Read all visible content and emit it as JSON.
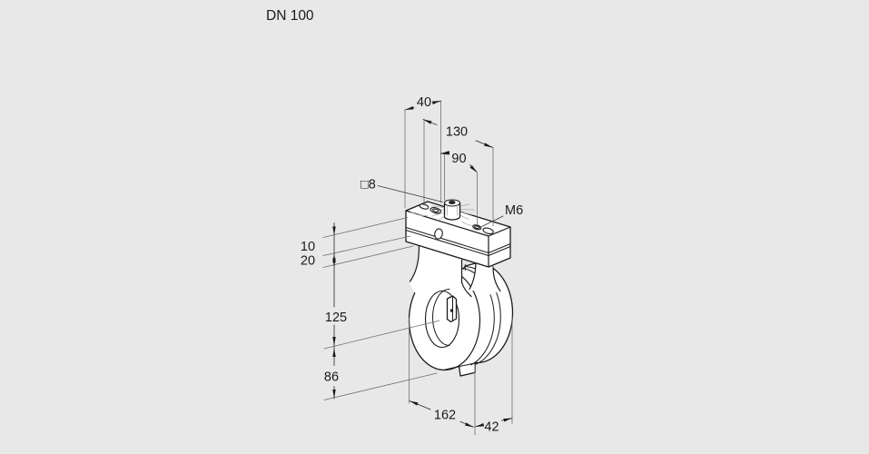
{
  "title": "DN 100",
  "colors": {
    "background": "#e8e8e8",
    "line": "#1a1a1a",
    "dimension_line": "#3a3a3a",
    "extension_line": "#6f6f6f",
    "surface_marks": "#b5b5b5",
    "fill": "#ffffff"
  },
  "dims": {
    "top_width": "40",
    "hole_spacing_outer": "130",
    "hole_spacing_inner": "90",
    "square_shaft": "□8",
    "thread": "M6",
    "plate_upper": "10",
    "plate_lower": "20",
    "height_center": "125",
    "height_bottom": "86",
    "body_width": "162",
    "body_depth": "42"
  }
}
